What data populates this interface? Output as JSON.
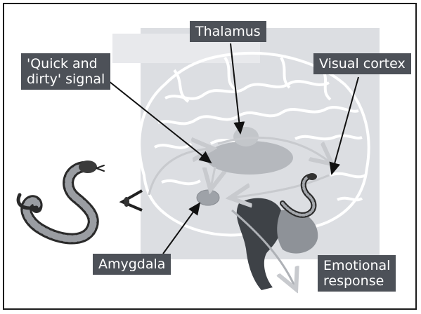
{
  "labels": {
    "thalamus": "Thalamus",
    "quick_dirty": "'Quick and\ndirty' signal",
    "visual_cortex": "Visual cortex",
    "amygdala": "Amygdala",
    "emotional_response": "Emotional\nresponse"
  },
  "colors": {
    "frame": "#1c1c1c",
    "label_bg": "#4d5158",
    "label_text": "#ffffff",
    "background_panel": "#dcdee2",
    "brain_outline": "#ffffff",
    "thalamus_region": "#b5b8bd",
    "amygdala_region": "#9ea2a8",
    "brainstem": "#3e4247",
    "pointer_lines": "#111111"
  },
  "icons": [
    "snake-icon",
    "small-snake-icon",
    "eye-icon",
    "pathway-arrow-icon",
    "output-arrow-icon"
  ]
}
